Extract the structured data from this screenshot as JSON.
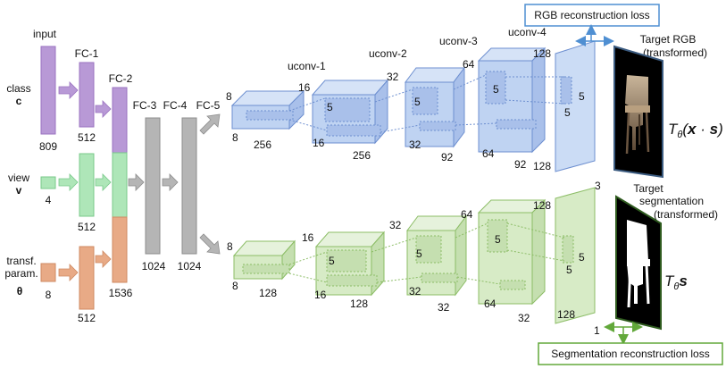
{
  "input": {
    "header": "input",
    "class_label": "class",
    "class_symbol": "c",
    "class_dim": "809",
    "view_label": "view",
    "view_symbol": "v",
    "view_dim": "4",
    "transf_label_1": "transf.",
    "transf_label_2": "param.",
    "transf_symbol": "θ",
    "transf_dim": "8"
  },
  "fc": {
    "fc1": "FC-1",
    "fc2": "FC-2",
    "fc3": "FC-3",
    "fc4": "FC-4",
    "fc5": "FC-5",
    "fc1_dim_a": "512",
    "fc1_dim_b": "512",
    "fc1_dim_c": "512",
    "fc2_dim": "1536",
    "fc3_dim": "1024",
    "fc4_dim": "1024"
  },
  "rgb_branch": {
    "b0": {
      "h": "8",
      "d": "8",
      "w": "256"
    },
    "uconv1": {
      "name": "uconv-1",
      "h": "16",
      "d": "16",
      "w": "256",
      "k": "5"
    },
    "uconv2": {
      "name": "uconv-2",
      "h": "32",
      "d": "32",
      "w": "92",
      "k": "5"
    },
    "uconv3": {
      "name": "uconv-3",
      "h": "64",
      "d": "64",
      "w": "92",
      "k": "5"
    },
    "uconv4": {
      "name": "uconv-4",
      "h": "128",
      "d": "128",
      "w": "3",
      "k": "5"
    },
    "loss": "RGB reconstruction loss",
    "target_1": "Target RGB",
    "target_2": "(transformed)"
  },
  "seg_branch": {
    "b0": {
      "h": "8",
      "d": "8",
      "w": "128"
    },
    "l1": {
      "h": "16",
      "d": "16",
      "w": "128",
      "k": "5"
    },
    "l2": {
      "h": "32",
      "d": "32",
      "w": "32",
      "k": "5"
    },
    "l3": {
      "h": "64",
      "d": "64",
      "w": "32",
      "k": "5"
    },
    "l4": {
      "h": "128",
      "d": "128",
      "w": "1",
      "k": "5"
    },
    "loss": "Segmentation reconstruction loss",
    "target_1": "Target",
    "target_2": "segmentation",
    "target_3": "(transformed)"
  },
  "colors": {
    "purple": "#b899d6",
    "purple_dark": "#9a72c0",
    "green": "#aee6b8",
    "green_dark": "#79c98a",
    "orange": "#e8aa86",
    "orange_dark": "#cf8a62",
    "gray": "#b5b5b5",
    "gray_dark": "#8d8d8d",
    "blue_fill": "#bfd3f2",
    "blue_stroke": "#6d8fd0",
    "blue_loss": "#4f8fd2",
    "seg_fill": "#d7ebc6",
    "seg_stroke": "#8cbd66",
    "seg_loss": "#62a83a"
  }
}
